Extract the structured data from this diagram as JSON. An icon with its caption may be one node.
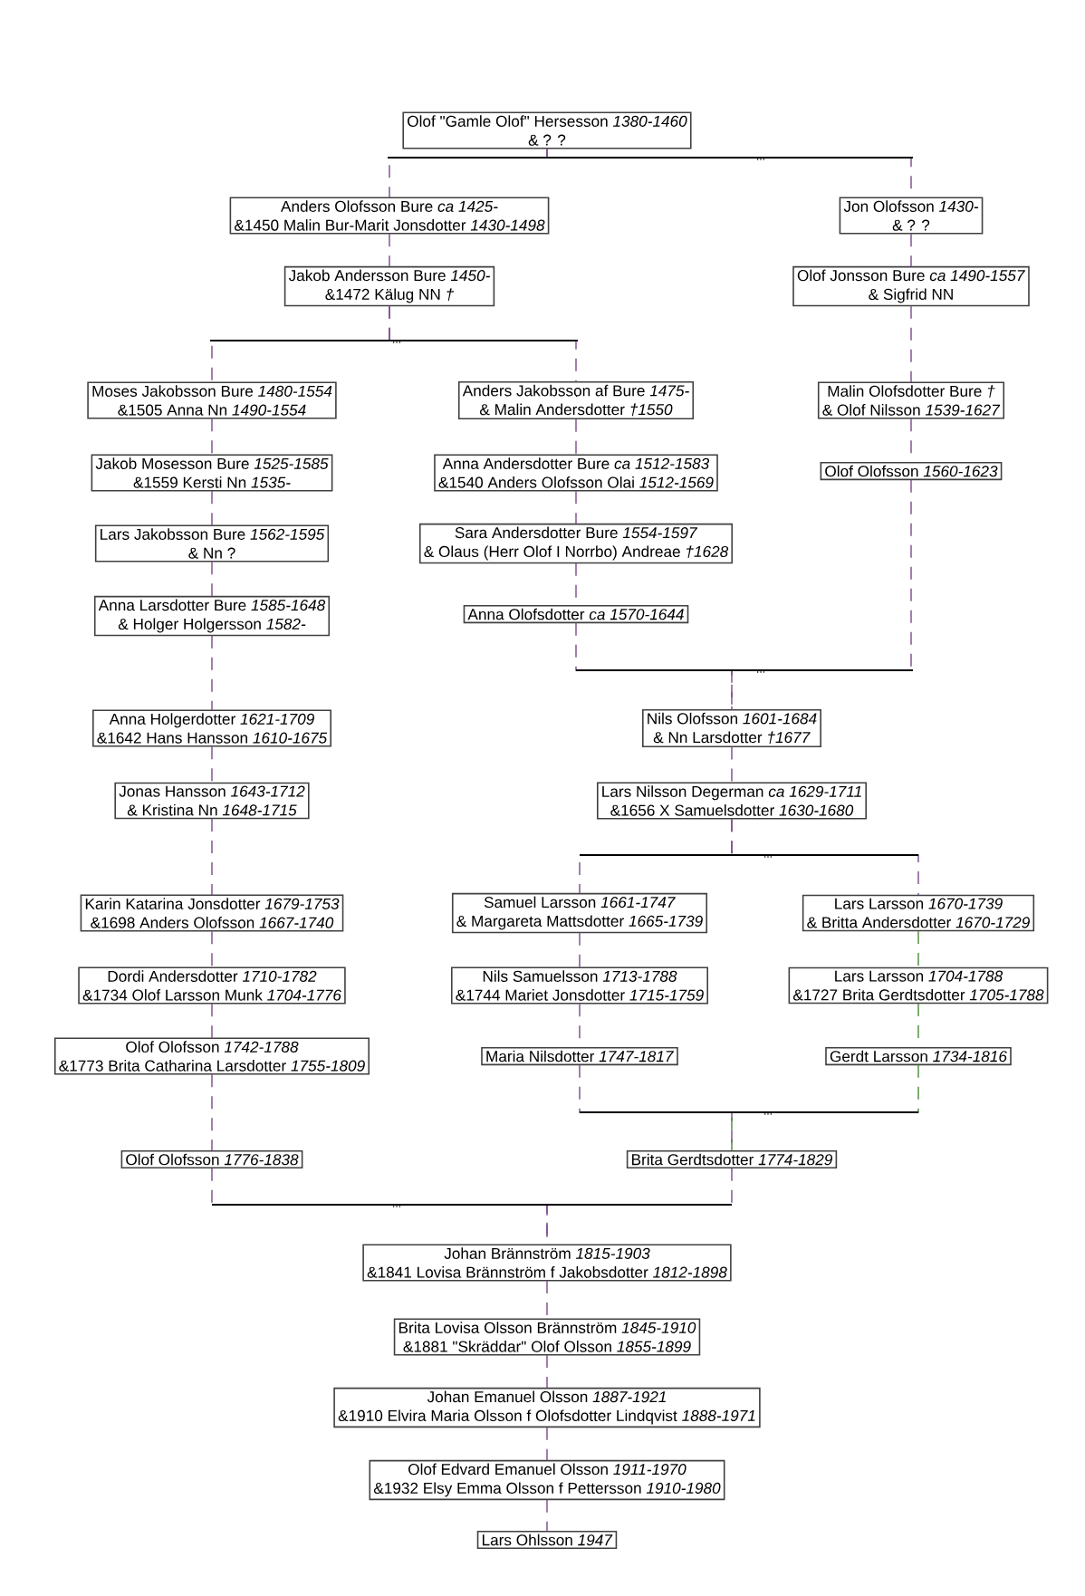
{
  "diagram": {
    "nodes": [
      {
        "text": [
          "Olof \"Gamle Olof\" Hersesson *1380-1460*",
          "& ? ?"
        ]
      },
      {
        "text": [
          "Anders Olofsson Bure *ca 1425-*",
          "&1450 Malin Bur-Marit Jonsdotter *1430-1498*"
        ]
      },
      {
        "text": [
          "Jon Olofsson *1430-*",
          "& ? ?"
        ]
      },
      {
        "text": [
          "Jakob Andersson Bure *1450-*",
          "&1472 Kälug NN *†*"
        ]
      },
      {
        "text": [
          "Olof Jonsson Bure *ca 1490-1557*",
          "& Sigfrid NN"
        ]
      },
      {
        "text": [
          "Moses Jakobsson Bure *1480-1554*",
          "&1505 Anna Nn *1490-1554*"
        ]
      },
      {
        "text": [
          "Anders Jakobsson af Bure *1475-*",
          "& Malin Andersdotter *†1550*"
        ]
      },
      {
        "text": [
          "Malin Olofsdotter Bure *†*",
          "& Olof Nilsson *1539-1627*"
        ]
      },
      {
        "text": [
          "Jakob Mosesson Bure *1525-1585*",
          "&1559 Kersti Nn *1535-*"
        ]
      },
      {
        "text": [
          "Anna Andersdotter Bure *ca 1512-1583*",
          "&1540 Anders Olofsson Olai *1512-1569*"
        ]
      },
      {
        "text": [
          "Olof Olofsson *1560-1623*"
        ]
      },
      {
        "text": [
          "Lars Jakobsson Bure *1562-1595*",
          "& Nn ?"
        ]
      },
      {
        "text": [
          "Sara Andersdotter Bure *1554-1597*",
          "& Olaus (Herr Olof I Norrbo) Andreae *†1628*"
        ]
      },
      {
        "text": [
          "Anna Larsdotter Bure *1585-1648*",
          "& Holger Holgersson *1582-*"
        ]
      },
      {
        "text": [
          "Anna Olofsdotter *ca 1570-1644*"
        ]
      },
      {
        "text": [
          "Anna Holgerdotter *1621-1709*",
          "&1642 Hans Hansson *1610-1675*"
        ]
      },
      {
        "text": [
          "Nils Olofsson *1601-1684*",
          "& Nn Larsdotter *†1677*"
        ]
      },
      {
        "text": [
          "Jonas Hansson *1643-1712*",
          "& Kristina Nn *1648-1715*"
        ]
      },
      {
        "text": [
          "Lars Nilsson Degerman *ca 1629-1711*",
          "&1656 X Samuelsdotter *1630-1680*"
        ]
      },
      {
        "text": [
          "Karin Katarina Jonsdotter *1679-1753*",
          "&1698 Anders Olofsson *1667-1740*"
        ]
      },
      {
        "text": [
          "Samuel Larsson *1661-1747*",
          "& Margareta Mattsdotter *1665-1739*"
        ]
      },
      {
        "text": [
          "Lars Larsson *1670-1739*",
          "& Britta Andersdotter *1670-1729*"
        ]
      },
      {
        "text": [
          "Dordi Andersdotter *1710-1782*",
          "&1734 Olof Larsson Munk *1704-1776*"
        ]
      },
      {
        "text": [
          "Nils Samuelsson *1713-1788*",
          "&1744 Mariet Jonsdotter *1715-1759*"
        ]
      },
      {
        "text": [
          "Lars Larsson *1704-1788*",
          "&1727 Brita Gerdtsdotter *1705-1788*"
        ]
      },
      {
        "text": [
          "Olof Olofsson *1742-1788*",
          "&1773 Brita Catharina Larsdotter *1755-1809*"
        ]
      },
      {
        "text": [
          "Maria Nilsdotter *1747-1817*"
        ]
      },
      {
        "text": [
          "Gerdt Larsson *1734-1816*"
        ]
      },
      {
        "text": [
          "Olof Olofsson *1776-1838*"
        ]
      },
      {
        "text": [
          "Brita Gerdtsdotter *1774-1829*"
        ]
      },
      {
        "text": [
          "Johan Brännström *1815-1903*",
          "&1841 Lovisa Brännström f Jakobsdotter *1812-1898*"
        ]
      },
      {
        "text": [
          "Brita Lovisa Olsson Brännström *1845-1910*",
          "&1881 \"Skräddar\" Olof Olsson *1855-1899*"
        ]
      },
      {
        "text": [
          "Johan Emanuel Olsson *1887-1921*",
          "&1910 Elvira Maria Olsson f Olofsdotter Lindqvist *1888-1971*"
        ]
      },
      {
        "text": [
          "Olof Edvard Emanuel Olsson *1911-1970*",
          "&1932 Elsy Emma Olsson f Pettersson *1910-1980*"
        ]
      },
      {
        "text": [
          "Lars Ohlsson *1947*"
        ]
      }
    ],
    "edges": [
      {
        "from": 0,
        "to": 1,
        "arrow": "none"
      },
      {
        "from": 0,
        "to": 2,
        "arrow": "none"
      },
      {
        "from": 1,
        "to": 3,
        "arrow": "none"
      },
      {
        "from": 2,
        "to": 4,
        "arrow": "none"
      },
      {
        "from": 3,
        "to": 5,
        "arrow": "none"
      },
      {
        "from": 3,
        "to": 6,
        "arrow": "none"
      },
      {
        "from": 4,
        "to": 7,
        "arrow": "none"
      },
      {
        "from": 5,
        "to": 8,
        "arrow": "none"
      },
      {
        "from": 8,
        "to": 11,
        "arrow": "none"
      },
      {
        "from": 11,
        "to": 13,
        "arrow": "none"
      },
      {
        "from": 6,
        "to": 9,
        "arrow": "none"
      },
      {
        "from": 9,
        "to": 12,
        "arrow": "none"
      },
      {
        "from": 12,
        "to": 14,
        "arrow": "none"
      },
      {
        "from": 7,
        "to": 10,
        "arrow": "none"
      },
      {
        "from": 13,
        "to": 15,
        "arrow": "none"
      },
      {
        "from": 14,
        "to": 16,
        "arrow": "none"
      },
      {
        "from": 10,
        "to": 16,
        "arrow": "none"
      },
      {
        "from": 15,
        "to": 17,
        "arrow": "none"
      },
      {
        "from": 16,
        "to": 18,
        "arrow": "none"
      },
      {
        "from": 17,
        "to": 19,
        "arrow": "none"
      },
      {
        "from": 18,
        "to": 20,
        "arrow": "none"
      },
      {
        "from": 18,
        "to": 21,
        "arrow": "none"
      },
      {
        "from": 19,
        "to": 22,
        "arrow": "none"
      },
      {
        "from": 22,
        "to": 25,
        "arrow": "none"
      },
      {
        "from": 20,
        "to": 23,
        "arrow": "none"
      },
      {
        "from": 23,
        "to": 26,
        "arrow": "none"
      },
      {
        "from": 21,
        "to": 24,
        "arrow": "none",
        "color": "#4a8a3a"
      },
      {
        "from": 24,
        "to": 27,
        "arrow": "none",
        "color": "#4a8a3a"
      },
      {
        "from": 25,
        "to": 28,
        "arrow": "none"
      },
      {
        "from": 26,
        "to": 29,
        "arrow": "none"
      },
      {
        "from": 27,
        "to": 29,
        "arrow": "none",
        "color": "#4a8a3a"
      },
      {
        "from": 28,
        "to": 30,
        "arrow": "none"
      },
      {
        "from": 29,
        "to": 30,
        "arrow": "none"
      },
      {
        "from": 30,
        "to": 31,
        "arrow": "none"
      },
      {
        "from": 31,
        "to": 32,
        "arrow": "none"
      },
      {
        "from": 32,
        "to": 33,
        "arrow": "none"
      },
      {
        "from": 33,
        "to": 34,
        "arrow": "none"
      }
    ],
    "labels": [
      "...",
      "...",
      "...",
      "...",
      "...",
      "..."
    ]
  }
}
